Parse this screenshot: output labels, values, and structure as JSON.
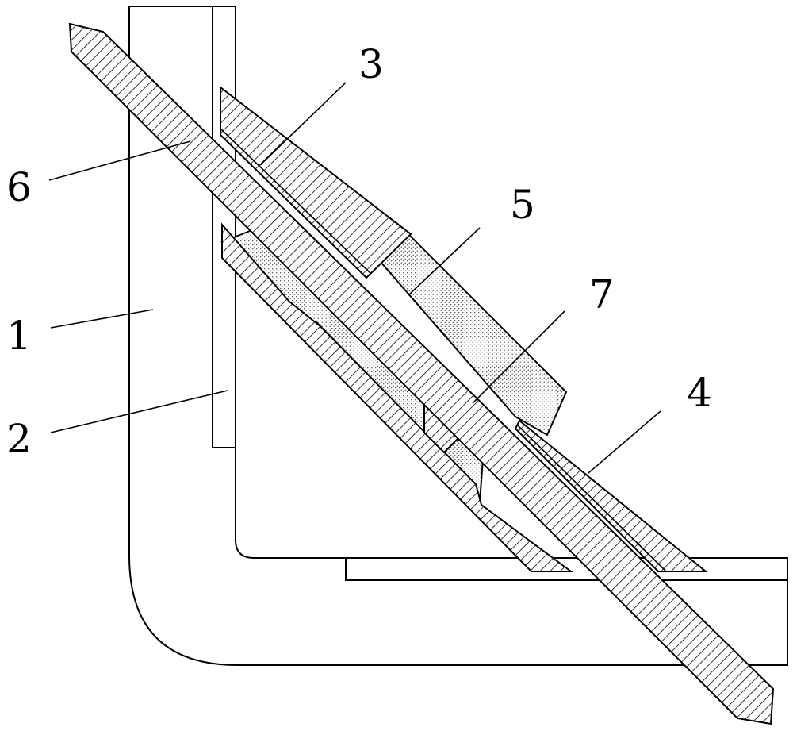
{
  "figure": {
    "labels": {
      "frame": "1",
      "inner_plate": "2",
      "upper_sleeve": "3",
      "lower_sleeve": "4",
      "filler": "5",
      "rod": "6",
      "connector": "7"
    },
    "colors": {
      "line": "#000000",
      "background": "#ffffff",
      "hatch": "#000000",
      "dots": "#444444"
    }
  }
}
